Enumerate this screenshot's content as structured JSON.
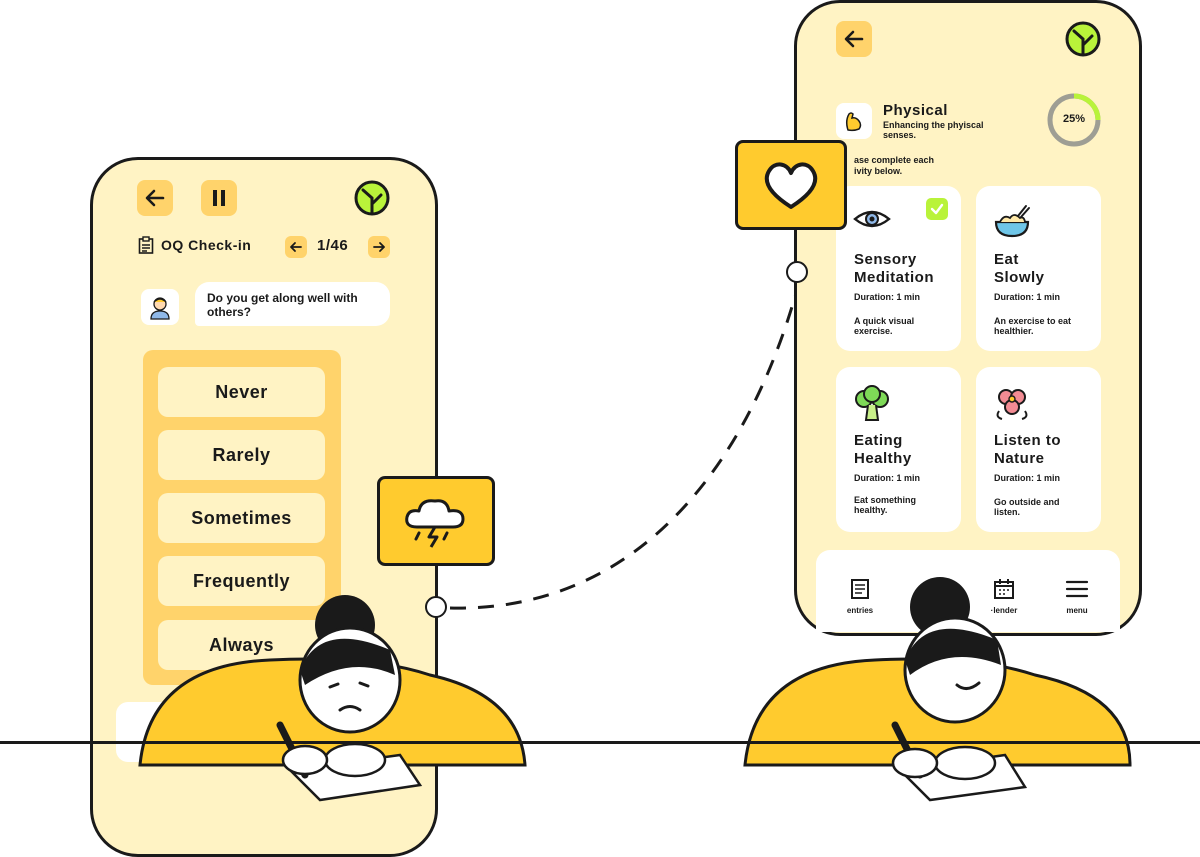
{
  "left_phone": {
    "checkin_label": "OQ Check-in",
    "counter": "1/46",
    "question": "Do you get along well with others?",
    "answers": [
      "Never",
      "Rarely",
      "Sometimes",
      "Frequently",
      "Always"
    ]
  },
  "right_phone": {
    "category_title": "Physical",
    "category_subtitle": "Enhancing the phyiscal senses.",
    "progress_label": "25%",
    "progress_fraction": 0.25,
    "instruction": "ase complete each\nivity below.",
    "cards": [
      {
        "title": "Sensory Meditation",
        "duration": "Duration: 1 min",
        "description": "A quick visual exercise.",
        "completed": true,
        "icon": "eye-icon"
      },
      {
        "title": "Eat Slowly",
        "duration": "Duration: 1 min",
        "description": "An exercise to eat healthier.",
        "completed": false,
        "icon": "bowl-icon"
      },
      {
        "title": "Eating Healthy",
        "duration": "Duration: 1 min",
        "description": "Eat something healthy.",
        "completed": false,
        "icon": "broccoli-icon"
      },
      {
        "title": "Listen to Nature",
        "duration": "Duration: 1 min",
        "description": "Go outside and listen.",
        "completed": false,
        "icon": "flower-icon"
      }
    ],
    "nav": [
      {
        "label": "entries",
        "icon": "entries-icon"
      },
      {
        "label": "·lender",
        "icon": "calendar-icon"
      },
      {
        "label": "menu",
        "icon": "menu-icon"
      }
    ]
  },
  "colors": {
    "phone_bg": "#fff3c4",
    "accent": "#ffd36b",
    "yellow_strong": "#ffcb2e",
    "check_green": "#b9f33a",
    "outline": "#1a1a1a"
  }
}
